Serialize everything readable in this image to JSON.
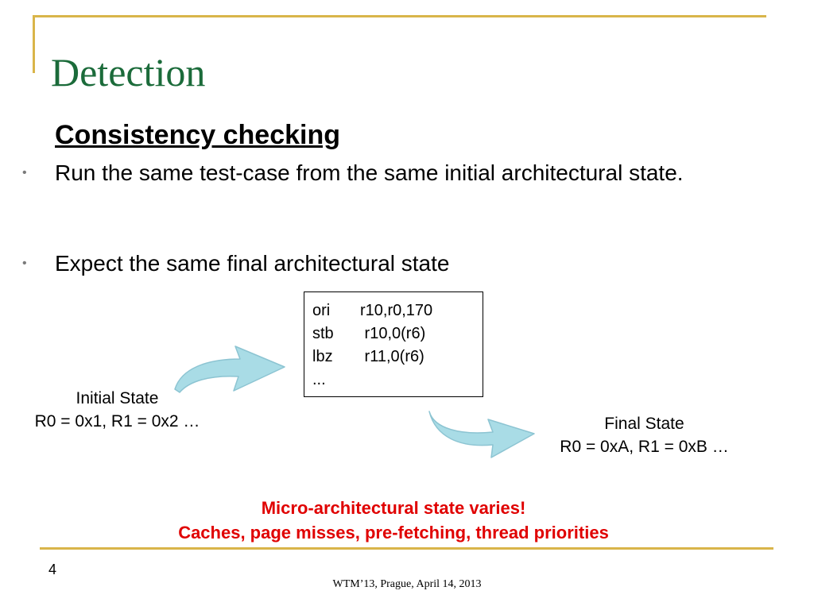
{
  "slide": {
    "title": "Detection",
    "heading": "Consistency checking",
    "bullets": [
      "Run the same test-case from the same initial architectural state.",
      "Expect the same final architectural state"
    ],
    "code": [
      {
        "op": "ori",
        "args": "r10,r0,170"
      },
      {
        "op": "stb",
        "args": " r10,0(r6)"
      },
      {
        "op": "lbz",
        "args": " r11,0(r6)"
      },
      {
        "op": "...",
        "args": ""
      }
    ],
    "initial_state": {
      "label": "Initial State",
      "values": "R0 = 0x1, R1 = 0x2 …"
    },
    "final_state": {
      "label": "Final State",
      "values": "R0 = 0xA, R1 = 0xB …"
    },
    "note": {
      "line1": "Micro-architectural state varies!",
      "line2": "Caches, page misses, pre-fetching, thread priorities"
    },
    "page_number": "4",
    "footer": "WTM’13, Prague, April 14, 2013"
  },
  "colors": {
    "title": "#1B6B3A",
    "frame": "#D9B54A",
    "arrow": "#A9DCE6",
    "note": "#E00000"
  }
}
